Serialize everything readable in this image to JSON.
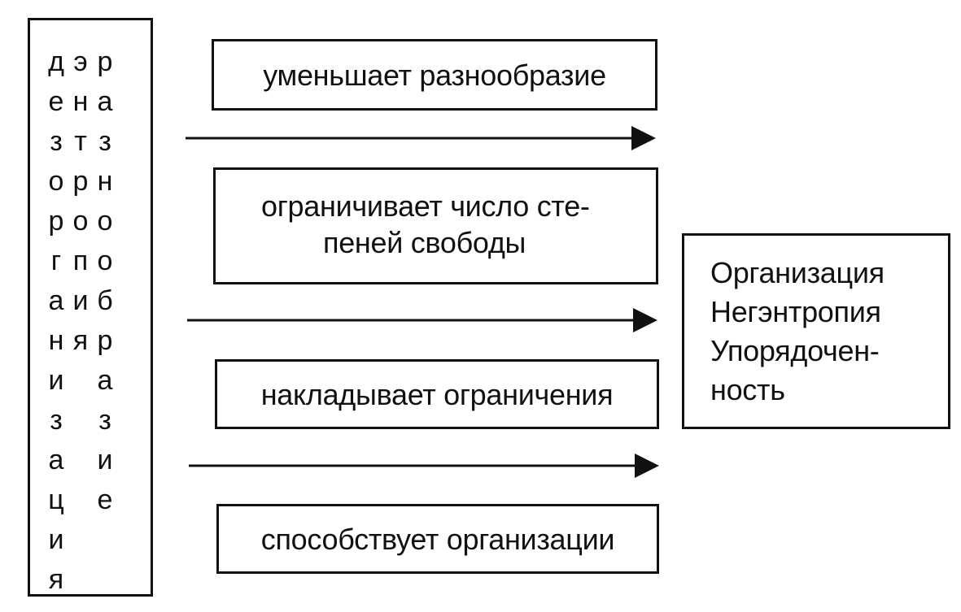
{
  "left_box": {
    "columns": [
      [
        "д",
        "е",
        "з",
        "о",
        "р",
        "г",
        "а",
        "н",
        "и",
        "з",
        "а",
        "ц",
        "и",
        "я"
      ],
      [
        "э",
        "н",
        "т",
        "р",
        "о",
        "п",
        "и",
        "я"
      ],
      [
        "р",
        "а",
        "з",
        "н",
        "о",
        "о",
        "б",
        "р",
        "а",
        "з",
        "и",
        "е"
      ]
    ]
  },
  "actions": [
    {
      "lines": [
        "уменьшает разнообразие"
      ]
    },
    {
      "lines": [
        "ограничивает число сте-",
        "пеней свободы"
      ]
    },
    {
      "lines": [
        "накладывает ограничения"
      ]
    },
    {
      "lines": [
        "способствует организации"
      ]
    }
  ],
  "result_box": {
    "lines": [
      "Организация",
      "Негэнтропия",
      "Упорядочен-",
      "ность"
    ]
  }
}
